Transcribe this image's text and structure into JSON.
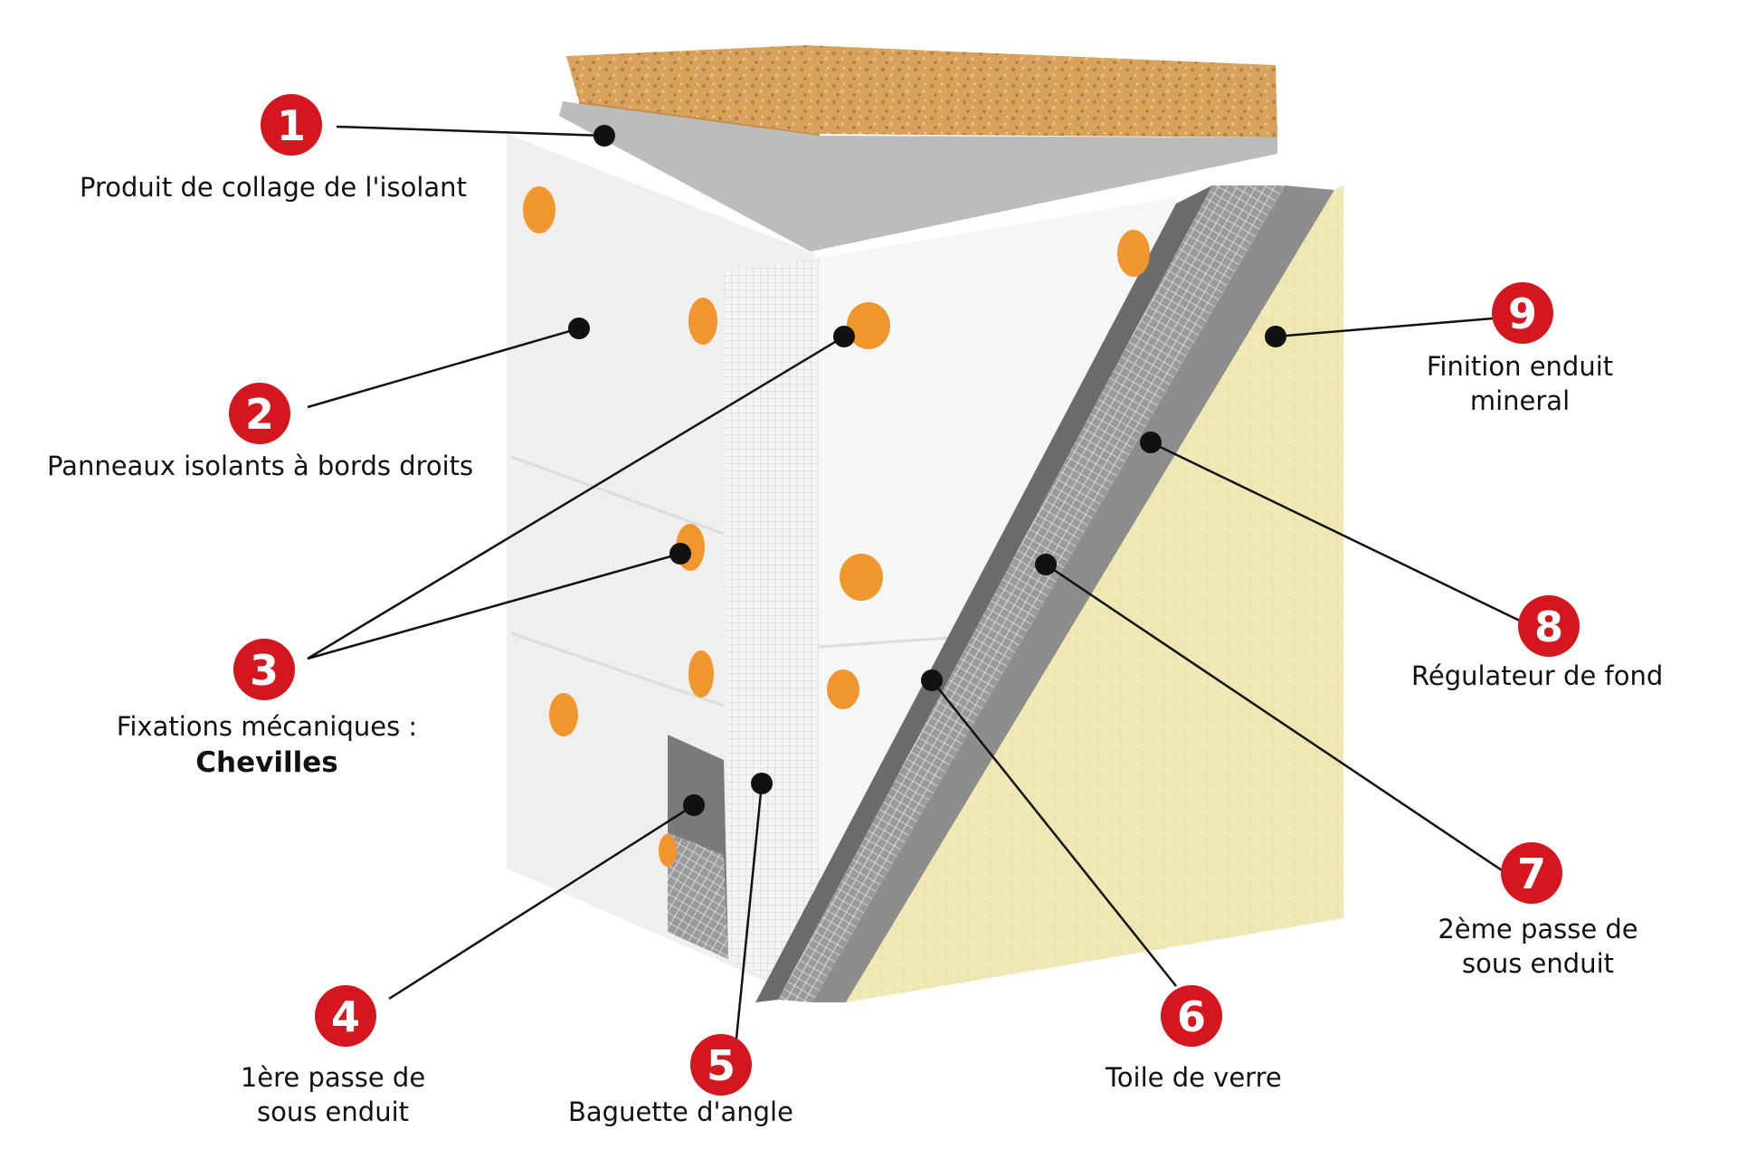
{
  "colors": {
    "marker_red": "#d4161e",
    "insulation": "#f1f1f1",
    "insulation_side": "#e2e2e2",
    "dowel_orange": "#f0962e",
    "wood": "#d7a35c",
    "adhesive_grey": "#b9b9b9",
    "base_coat_grey": "#6e6e6e",
    "mesh_grey": "#a8a8a8",
    "primer_grey": "#8c8c8c",
    "finish_cream": "#efe8b4",
    "leader_line": "#111111"
  },
  "callouts": [
    {
      "number": "1",
      "label": "Produit de collage de l'isolant"
    },
    {
      "number": "2",
      "label": "Panneaux isolants à bords droits"
    },
    {
      "number": "3",
      "label_line1": "Fixations mécaniques :",
      "label_line2": "Chevilles"
    },
    {
      "number": "4",
      "label_line1": "1ère passe de",
      "label_line2": "sous enduit"
    },
    {
      "number": "5",
      "label": "Baguette d'angle"
    },
    {
      "number": "6",
      "label": "Toile de verre"
    },
    {
      "number": "7",
      "label_line1": "2ème passe de",
      "label_line2": "sous enduit"
    },
    {
      "number": "8",
      "label": "Régulateur de fond"
    },
    {
      "number": "9",
      "label_line1": "Finition enduit",
      "label_line2": "mineral"
    }
  ]
}
